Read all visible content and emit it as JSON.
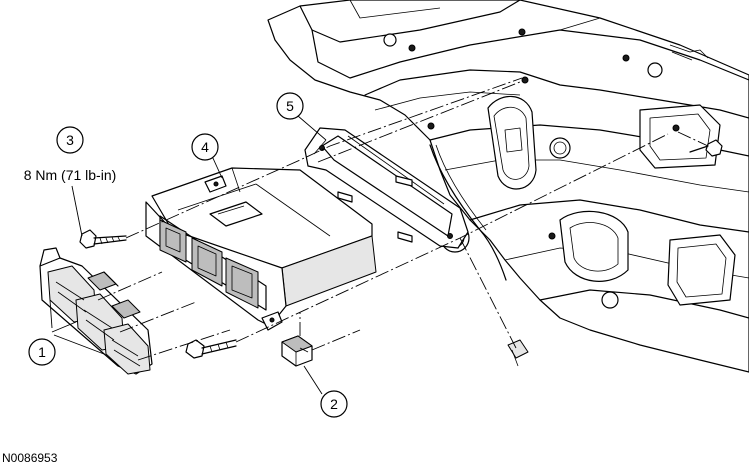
{
  "figure_id": "N0086953",
  "torque_spec": "8 Nm (71 lb-in)",
  "callouts": [
    {
      "number": "1"
    },
    {
      "number": "2"
    },
    {
      "number": "3"
    },
    {
      "number": "4"
    },
    {
      "number": "5"
    }
  ]
}
